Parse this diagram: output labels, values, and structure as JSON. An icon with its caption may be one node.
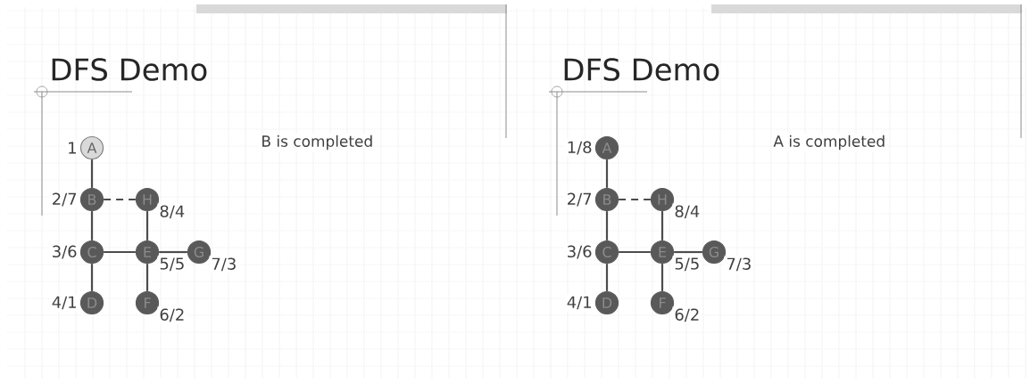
{
  "diagram": {
    "title": "DFS Demo",
    "nodes": [
      {
        "text": [
          "A"
        ],
        "beside": [
          "1"
        ]
      },
      {
        "text": [
          "B"
        ],
        "beside": [
          "2/7"
        ]
      },
      {
        "text": [
          "H"
        ],
        "beside": [
          "8/4"
        ]
      },
      {
        "text": [
          "C"
        ],
        "beside": [
          "3/6"
        ]
      },
      {
        "text": [
          "E"
        ],
        "beside": [
          "5/5"
        ]
      },
      {
        "text": [
          "G"
        ],
        "beside": [
          "7/3"
        ]
      },
      {
        "text": [
          "D"
        ],
        "beside": [
          "4/1"
        ]
      },
      {
        "text": [
          "F"
        ],
        "beside": [
          "6/2"
        ]
      },
      {
        "text": [
          "A"
        ],
        "beside": [
          "1/8"
        ]
      },
      {
        "text": [
          "B"
        ],
        "beside": [
          "2/7"
        ]
      },
      {
        "text": [
          "H"
        ],
        "beside": [
          "8/4"
        ]
      },
      {
        "text": [
          "C"
        ],
        "beside": [
          "3/6"
        ]
      },
      {
        "text": [
          "E"
        ],
        "beside": [
          "5/5"
        ]
      },
      {
        "text": [
          "G"
        ],
        "beside": [
          "7/3"
        ]
      },
      {
        "text": [
          "D"
        ],
        "beside": [
          "4/1"
        ]
      },
      {
        "text": [
          "F"
        ],
        "beside": [
          "6/2"
        ]
      }
    ],
    "edges": [
      {
        "from": 0,
        "to": 1,
        "arrow": "none"
      },
      {
        "from": 1,
        "to": 2,
        "arrow": "none",
        "style": "dashed"
      },
      {
        "from": 1,
        "to": 3,
        "arrow": "none"
      },
      {
        "from": 3,
        "to": 6,
        "arrow": "none"
      },
      {
        "from": 3,
        "to": 4,
        "arrow": "none"
      },
      {
        "from": 4,
        "to": 2,
        "arrow": "none"
      },
      {
        "from": 4,
        "to": 5,
        "arrow": "none"
      },
      {
        "from": 4,
        "to": 7,
        "arrow": "none"
      },
      {
        "from": 8,
        "to": 9,
        "arrow": "none"
      },
      {
        "from": 9,
        "to": 10,
        "arrow": "none",
        "style": "dashed"
      },
      {
        "from": 9,
        "to": 11,
        "arrow": "none"
      },
      {
        "from": 11,
        "to": 14,
        "arrow": "none"
      },
      {
        "from": 11,
        "to": 12,
        "arrow": "none"
      },
      {
        "from": 12,
        "to": 10,
        "arrow": "none"
      },
      {
        "from": 12,
        "to": 13,
        "arrow": "none"
      },
      {
        "from": 12,
        "to": 15,
        "arrow": "none"
      }
    ],
    "labels": [
      "B is completed",
      "DFS Demo",
      "A is completed"
    ]
  }
}
